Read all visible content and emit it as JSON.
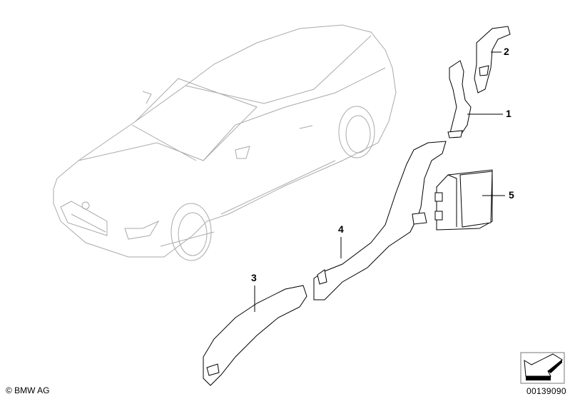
{
  "callouts": {
    "c1": "1",
    "c2": "2",
    "c3": "3",
    "c4": "4",
    "c5": "5"
  },
  "footer": {
    "copyright": "© BMW AG",
    "diagram_code": "00139090"
  },
  "icons": {
    "navigation": "arrow-down-left-icon"
  }
}
